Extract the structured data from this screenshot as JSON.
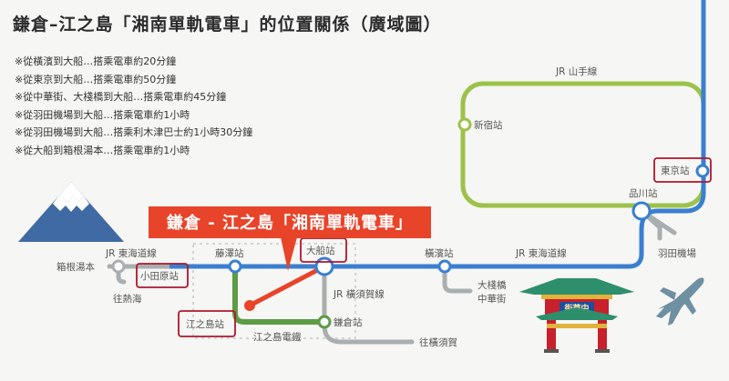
{
  "title": "鎌倉–江之島「湘南單軌電車」的位置關係（廣域圖）",
  "notes": [
    "※從橫濱到大船…搭乘電車約20分鐘",
    "※從東京到大船…搭乘電車約50分鐘",
    "※從中華街、大棧橋到大船…搭乘電車約45分鐘",
    "※從羽田機場到大船…搭乘電車約1小時",
    "※從羽田機場到大船…搭乘利木津巴士約1小時30分鐘",
    "※從大船到箱根湯本…搭乘電車約1小時"
  ],
  "banner": "鎌倉 - 江之島「湘南單軌電車」",
  "gate_sign": "街華中",
  "colors": {
    "jr_tokaido": "#3a7fd0",
    "yamanote": "#9cc24a",
    "enoden": "#5c9c45",
    "monorail": "#e8442a",
    "gray_line": "#a9aeb0",
    "highlight_box": "#b0162b",
    "mount_fuji": "#3f6aa3"
  },
  "lines": {
    "yamanote": "JR 山手線",
    "tokaido_west": "JR 東海道線",
    "tokaido_east": "JR 東海道線",
    "yokosuka": "JR 橫須賀線",
    "enoden": "江之島電鐵"
  },
  "stations": {
    "shinjuku": "新宿站",
    "tokyo": "東京站",
    "shinagawa": "品川站",
    "haneda": "羽田機場",
    "yokohama": "橫濱站",
    "ofuna": "大船站",
    "fujisawa": "藤澤站",
    "kamakura": "鎌倉站",
    "enoshima": "江之島站",
    "odawara": "小田原站",
    "hakone_yumoto": "箱根湯本",
    "to_atami": "往熱海",
    "to_yokosuka": "往橫須賀",
    "osanbashi": "大棧橋",
    "chukagai": "中華街"
  },
  "icons": [
    "mount-fuji-icon",
    "chinatown-gate-icon",
    "airplane-icon"
  ]
}
